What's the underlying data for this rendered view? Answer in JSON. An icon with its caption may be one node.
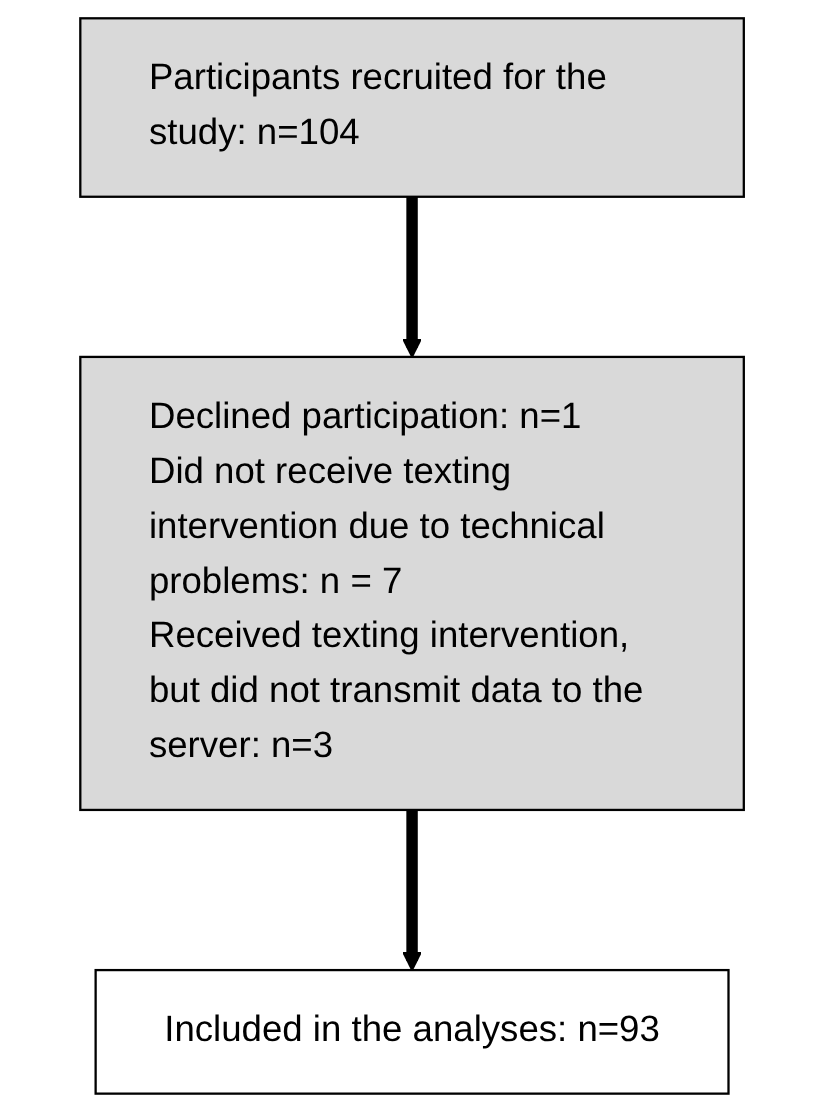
{
  "diagram": {
    "nodes": [
      {
        "text": [
          "Participants recruited for the study: n=104"
        ]
      },
      {
        "text": [
          "Declined participation: n=1",
          "Did not receive texting intervention due to technical problems: n = 7",
          "Received texting intervention, but did not transmit data to the server: n=3"
        ]
      },
      {
        "text": [
          "Included in the analyses: n=93"
        ]
      }
    ],
    "edges": [
      {
        "from": 0,
        "to": 1,
        "arrow": "to"
      },
      {
        "from": 1,
        "to": 2,
        "arrow": "to"
      }
    ]
  }
}
